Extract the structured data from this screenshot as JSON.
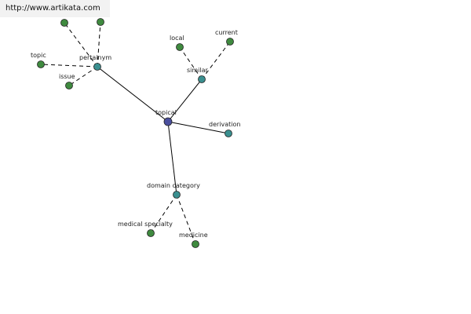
{
  "watermark": {
    "url": "http://www.artikata.com"
  },
  "colors": {
    "center": "#4a4f9e",
    "relation": "#3a8f8f",
    "leaf": "#3f8a3f",
    "banner": "#f2f2f2"
  },
  "graph": {
    "nodes": [
      {
        "id": "topical",
        "label": "topical",
        "kind": "center"
      },
      {
        "id": "pertainym",
        "label": "pertainym",
        "kind": "relation"
      },
      {
        "id": "similar",
        "label": "similar",
        "kind": "relation"
      },
      {
        "id": "derivation",
        "label": "derivation",
        "kind": "relation"
      },
      {
        "id": "domain-category",
        "label": "domain category",
        "kind": "relation"
      },
      {
        "id": "leaf-unlabeled-1",
        "label": "",
        "kind": "leaf"
      },
      {
        "id": "leaf-unlabeled-2",
        "label": "",
        "kind": "leaf"
      },
      {
        "id": "topic",
        "label": "topic",
        "kind": "leaf"
      },
      {
        "id": "issue",
        "label": "issue",
        "kind": "leaf"
      },
      {
        "id": "local",
        "label": "local",
        "kind": "leaf"
      },
      {
        "id": "current",
        "label": "current",
        "kind": "leaf"
      },
      {
        "id": "medical-specialty",
        "label": "medical specialty",
        "kind": "leaf"
      },
      {
        "id": "medicine",
        "label": "medicine",
        "kind": "leaf"
      }
    ],
    "edges": [
      {
        "from": "topical",
        "to": "pertainym",
        "style": "solid"
      },
      {
        "from": "topical",
        "to": "similar",
        "style": "solid"
      },
      {
        "from": "topical",
        "to": "derivation",
        "style": "solid"
      },
      {
        "from": "topical",
        "to": "domain-category",
        "style": "solid"
      },
      {
        "from": "pertainym",
        "to": "leaf-unlabeled-1",
        "style": "dashed"
      },
      {
        "from": "pertainym",
        "to": "leaf-unlabeled-2",
        "style": "dashed"
      },
      {
        "from": "pertainym",
        "to": "topic",
        "style": "dashed"
      },
      {
        "from": "pertainym",
        "to": "issue",
        "style": "dashed"
      },
      {
        "from": "similar",
        "to": "local",
        "style": "dashed"
      },
      {
        "from": "similar",
        "to": "current",
        "style": "dashed"
      },
      {
        "from": "domain-category",
        "to": "medical-specialty",
        "style": "dashed"
      },
      {
        "from": "domain-category",
        "to": "medicine",
        "style": "dashed"
      }
    ]
  }
}
